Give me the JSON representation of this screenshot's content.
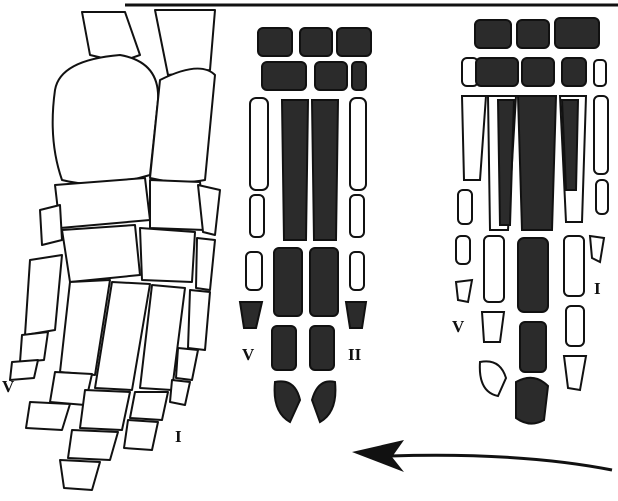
{
  "figure": {
    "labels": {
      "left_foot_digit_v": "V",
      "left_foot_digit_i": "I",
      "middle_digit_v": "V",
      "middle_digit_ii": "II",
      "right_digit_v": "V",
      "right_digit_i": "I"
    },
    "colors": {
      "ink": "#111111",
      "dark_bone": "#2b2b2b",
      "light_bone": "#ffffff",
      "paper": "#ffffff"
    }
  }
}
